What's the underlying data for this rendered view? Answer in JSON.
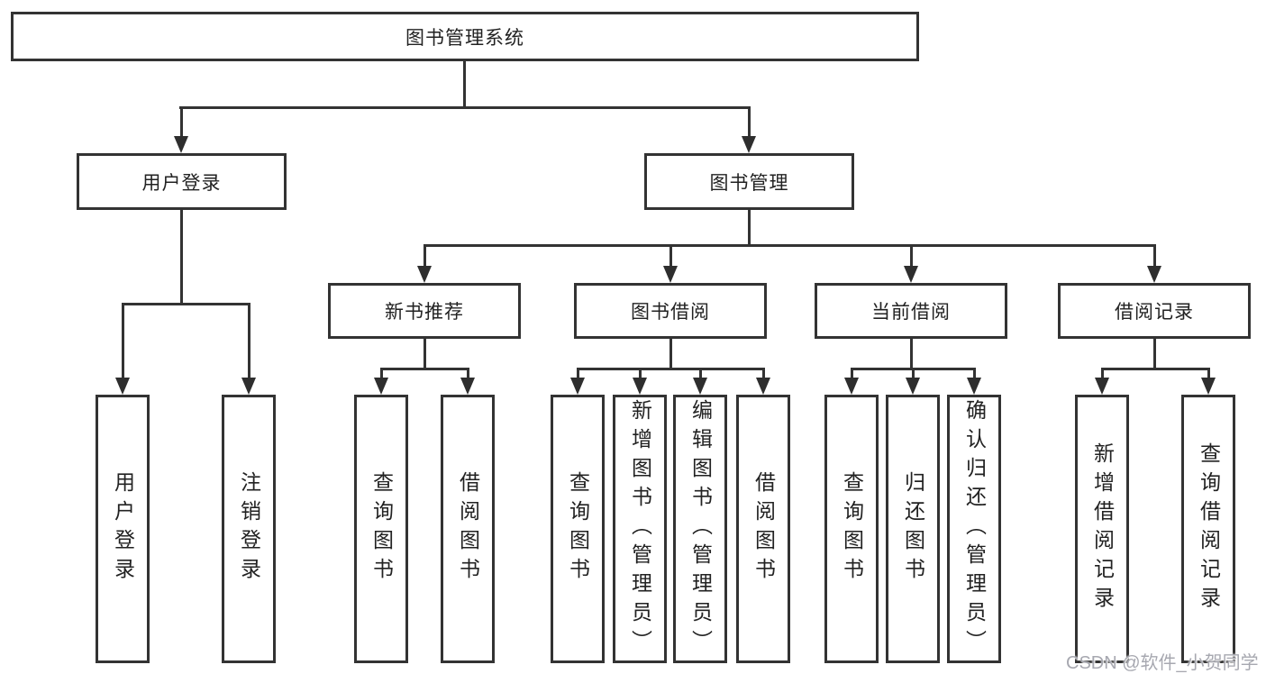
{
  "tree": {
    "root": "图书管理系统",
    "branches": [
      {
        "label": "用户登录",
        "children": [
          "用户登录",
          "注销登录"
        ]
      },
      {
        "label": "图书管理",
        "groups": [
          {
            "label": "新书推荐",
            "children": [
              "查询图书",
              "借阅图书"
            ]
          },
          {
            "label": "图书借阅",
            "children": [
              "查询图书",
              "新增图书（管理员）",
              "编辑图书（管理员）",
              "借阅图书"
            ]
          },
          {
            "label": "当前借阅",
            "children": [
              "查询图书",
              "归还图书",
              "确认归还（管理员）"
            ]
          },
          {
            "label": "借阅记录",
            "children": [
              "新增借阅记录",
              "查询借阅记录"
            ]
          }
        ]
      }
    ]
  },
  "watermark": "CSDN @软件_小贺同学"
}
